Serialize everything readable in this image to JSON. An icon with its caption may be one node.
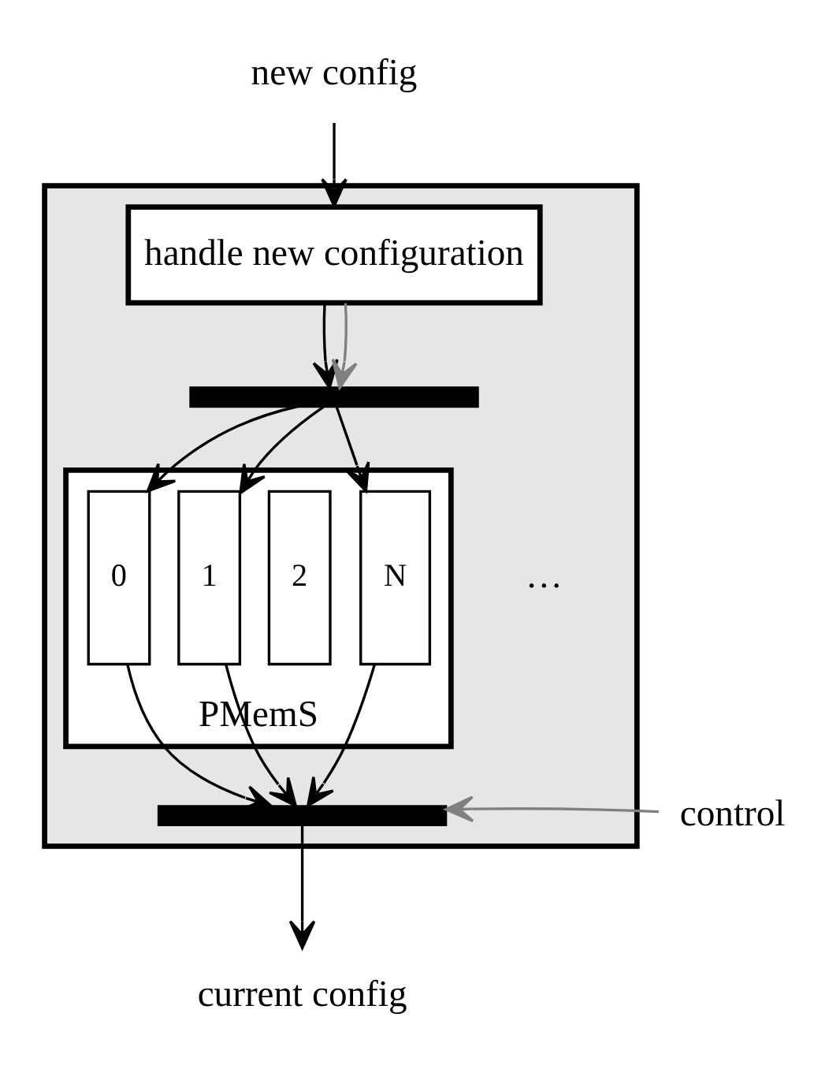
{
  "diagram": {
    "nodes": [
      {
        "text": [
          "new config"
        ]
      },
      {
        "text": [],
        "shape": "box"
      },
      {
        "text": [
          "handle new configuration"
        ],
        "in": 1
      },
      {
        "text": [],
        "shape": "bar",
        "in": 1
      },
      {
        "text": [
          "PMemS"
        ],
        "in": 1
      },
      {
        "text": [
          "0"
        ],
        "in": 4
      },
      {
        "text": [
          "1"
        ],
        "in": 4
      },
      {
        "text": [
          "2"
        ],
        "in": 4
      },
      {
        "text": [
          "N"
        ],
        "in": 4
      },
      {
        "text": [],
        "shape": "bar",
        "in": 1
      },
      {
        "text": [
          "control"
        ]
      },
      {
        "text": [
          "current config"
        ]
      }
    ],
    "edges": [
      {
        "from": 0,
        "to": 2,
        "arrow": "to"
      },
      {
        "from": 2,
        "to": 3,
        "arrow": "to"
      },
      {
        "from": 2,
        "to": 3,
        "arrow": "to",
        "color": "#808080"
      },
      {
        "from": 3,
        "to": 5,
        "arrow": "to"
      },
      {
        "from": 3,
        "to": 6,
        "arrow": "to"
      },
      {
        "from": 3,
        "to": 8,
        "arrow": "to"
      },
      {
        "from": 5,
        "to": 9,
        "arrow": "to"
      },
      {
        "from": 6,
        "to": 9,
        "arrow": "to"
      },
      {
        "from": 8,
        "to": 9,
        "arrow": "to"
      },
      {
        "from": 10,
        "to": 9,
        "arrow": "to",
        "color": "#808080"
      },
      {
        "from": 9,
        "to": 11,
        "arrow": "to"
      }
    ],
    "labels": [
      "…"
    ]
  }
}
